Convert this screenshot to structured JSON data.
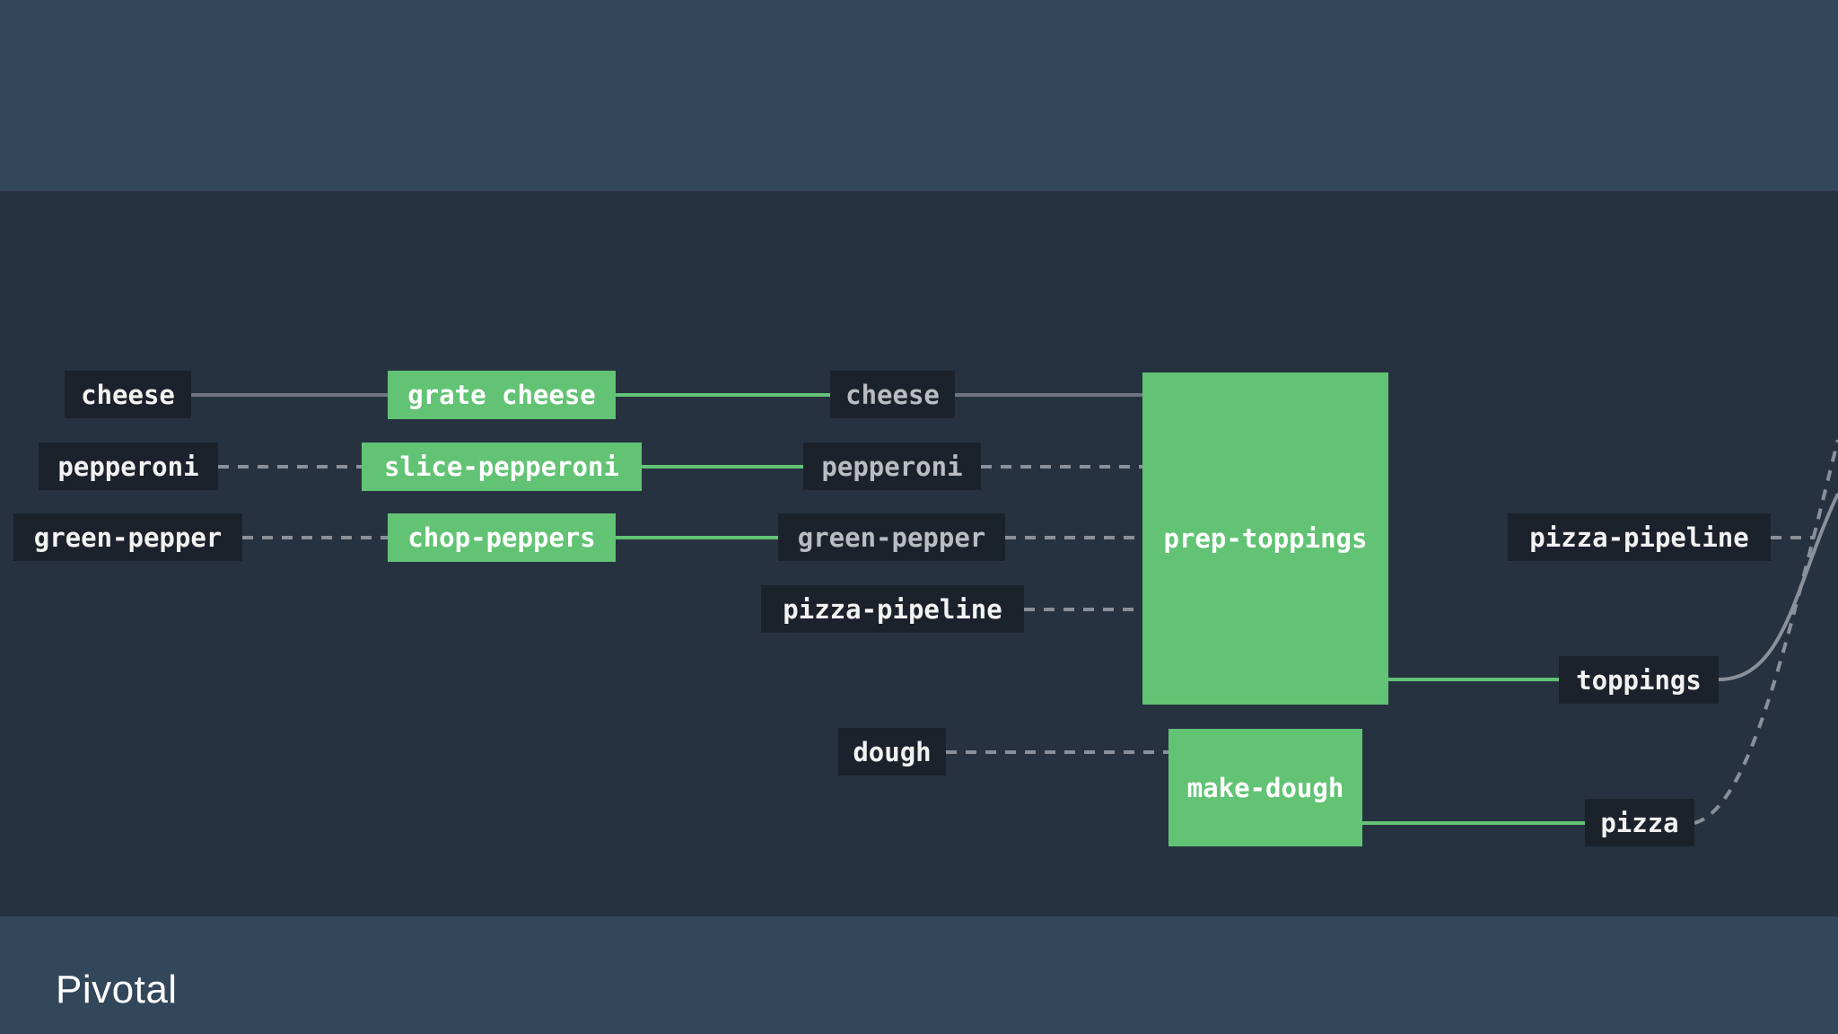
{
  "diagram": {
    "inputs": [
      {
        "id": "in-cheese",
        "label": "cheese"
      },
      {
        "id": "in-pepperoni",
        "label": "pepperoni"
      },
      {
        "id": "in-green-pepper",
        "label": "green-pepper"
      }
    ],
    "jobs": [
      {
        "id": "grate-cheese",
        "label": "grate cheese"
      },
      {
        "id": "slice-pepperoni",
        "label": "slice-pepperoni"
      },
      {
        "id": "chop-peppers",
        "label": "chop-peppers"
      },
      {
        "id": "prep-toppings",
        "label": "prep-toppings"
      },
      {
        "id": "make-dough",
        "label": "make-dough"
      }
    ],
    "mid_resources": [
      {
        "id": "mid-cheese",
        "label": "cheese"
      },
      {
        "id": "mid-pepperoni",
        "label": "pepperoni"
      },
      {
        "id": "mid-green-pepper",
        "label": "green-pepper"
      },
      {
        "id": "mid-pizza-pipeline",
        "label": "pizza-pipeline"
      },
      {
        "id": "mid-dough",
        "label": "dough"
      }
    ],
    "outputs": [
      {
        "id": "out-pizza-pipeline",
        "label": "pizza-pipeline"
      },
      {
        "id": "out-toppings",
        "label": "toppings"
      },
      {
        "id": "out-pizza",
        "label": "pizza"
      }
    ],
    "colors": {
      "job": "#62c374",
      "resource": "#1c222c",
      "solid_link": "#6d7480",
      "job_link": "#62c374",
      "dashed_link": "#8a9099",
      "background": "#273240",
      "band": "#33475b"
    }
  },
  "footer": {
    "logo": "Pivotal"
  }
}
